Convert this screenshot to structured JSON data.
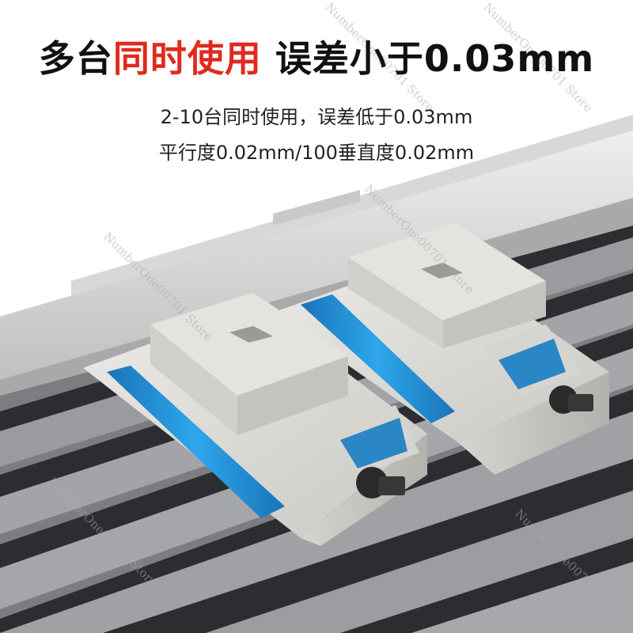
{
  "headline": {
    "part1": "多台",
    "accent": "同时使用",
    "part2": " 误差小于0.03mm"
  },
  "subtitle": {
    "line1": "2-10台同时使用，误差低于0.03mm",
    "line2": "平行度0.02mm/100垂直度0.02mm"
  },
  "watermark": "NumberOne00701 Store",
  "colors": {
    "accent": "#e02a1f",
    "vise_blue": "#1f8fd6",
    "table_dark": "#2f3033",
    "steel": "#dcdcd8"
  }
}
